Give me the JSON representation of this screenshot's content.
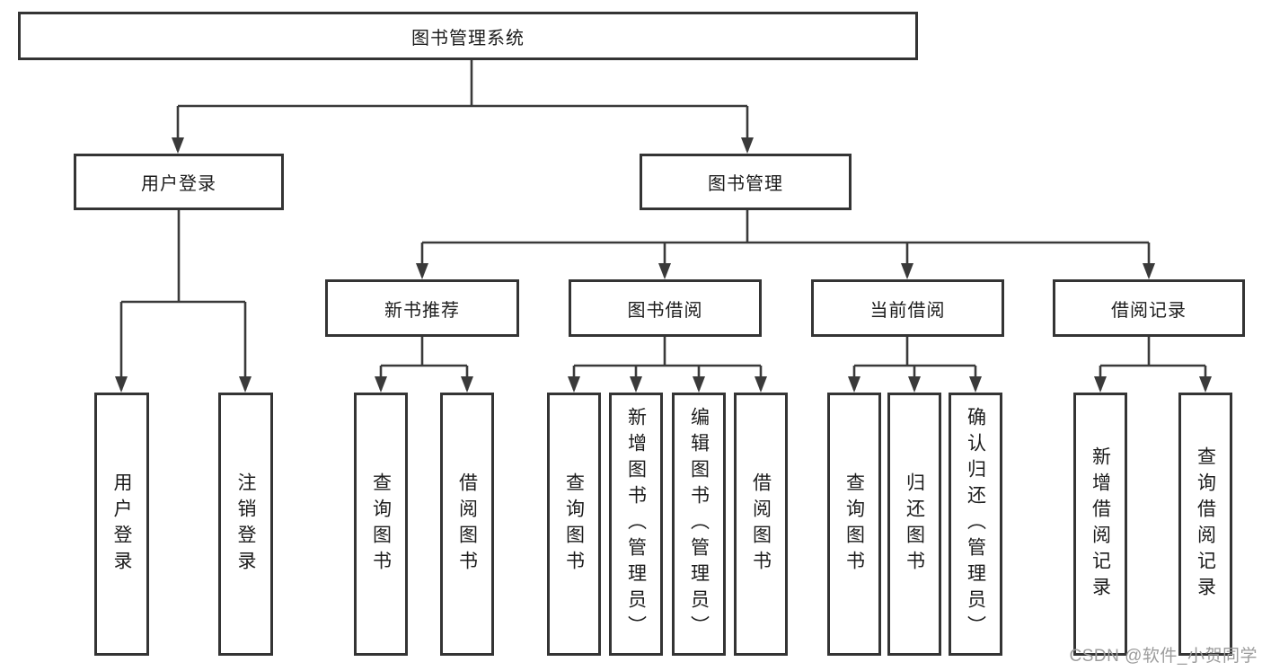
{
  "diagram": {
    "tree": {
      "label": "图书管理系统",
      "children": [
        {
          "label": "用户登录",
          "children": [
            {
              "label": "用户登录"
            },
            {
              "label": "注销登录"
            }
          ]
        },
        {
          "label": "图书管理",
          "children": [
            {
              "label": "新书推荐",
              "children": [
                {
                  "label": "查询图书"
                },
                {
                  "label": "借阅图书"
                }
              ]
            },
            {
              "label": "图书借阅",
              "children": [
                {
                  "label": "查询图书"
                },
                {
                  "label": "新增图书（管理员）"
                },
                {
                  "label": "编辑图书（管理员）"
                },
                {
                  "label": "借阅图书"
                }
              ]
            },
            {
              "label": "当前借阅",
              "children": [
                {
                  "label": "查询图书"
                },
                {
                  "label": "归还图书"
                },
                {
                  "label": "确认归还（管理员）"
                }
              ]
            },
            {
              "label": "借阅记录",
              "children": [
                {
                  "label": "新增借阅记录"
                },
                {
                  "label": "查询借阅记录"
                }
              ]
            }
          ]
        }
      ]
    },
    "colors": {
      "line": "#3a3a3a",
      "box_border": "#343434",
      "text": "#1c1c1c",
      "background": "#ffffff",
      "watermark": "#9c9c9c"
    }
  },
  "watermark": {
    "text": "CSDN @软件_小贺同学"
  }
}
